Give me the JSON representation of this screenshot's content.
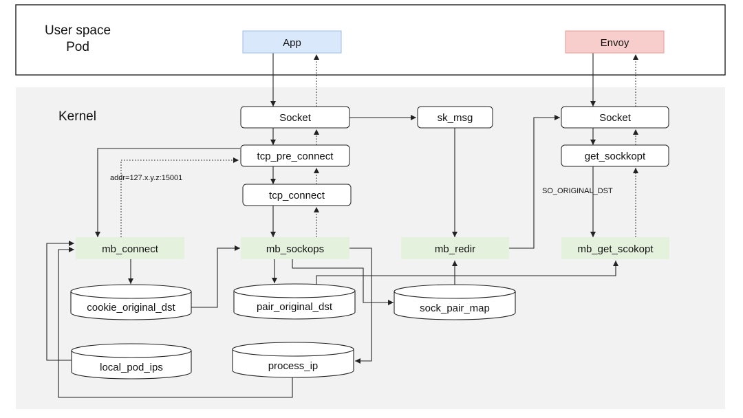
{
  "regions": {
    "user_space": "User space",
    "pod": "Pod",
    "kernel": "Kernel"
  },
  "nodes": {
    "app": "App",
    "envoy": "Envoy",
    "socket_left": "Socket",
    "sk_msg": "sk_msg",
    "socket_right": "Socket",
    "tcp_pre_connect": "tcp_pre_connect",
    "get_sockkopt": "get_sockkopt",
    "tcp_connect": "tcp_connect",
    "mb_connect": "mb_connect",
    "mb_sockops": "mb_sockops",
    "mb_redir": "mb_redir",
    "mb_get_scokopt": "mb_get_scokopt"
  },
  "maps": {
    "cookie_original_dst": "cookie_original_dst",
    "pair_original_dst": "pair_original_dst",
    "sock_pair_map": "sock_pair_map",
    "local_pod_ips": "local_pod_ips",
    "process_ip": "process_ip"
  },
  "edge_labels": {
    "addr": "addr=127.x.y.z:15001",
    "so_original_dst": "SO_ORIGINAL_DST"
  },
  "colors": {
    "app_fill": "#dae8fc",
    "app_stroke": "#9dbbe0",
    "envoy_fill": "#f8cecc",
    "envoy_stroke": "#e59a97",
    "ebpf_fill": "#e4f1dc",
    "kernel_bg": "#f2f2f2"
  }
}
